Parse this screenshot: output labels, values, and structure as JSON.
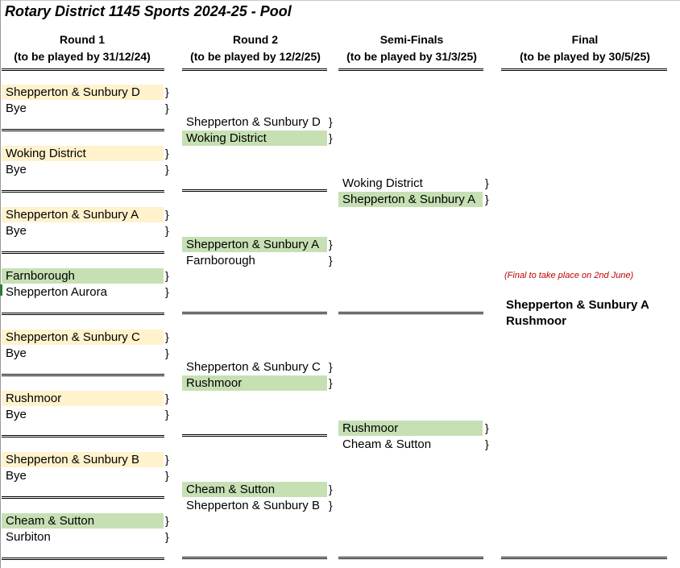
{
  "title": "Rotary District 1145 Sports 2024-25 - Pool",
  "rounds": [
    {
      "name": "Round 1",
      "deadline": "(to be played by 31/12/24)"
    },
    {
      "name": "Round 2",
      "deadline": "(to be played by 12/2/25)"
    },
    {
      "name": "Semi-Finals",
      "deadline": "(to be played by 31/3/25)"
    },
    {
      "name": "Final",
      "deadline": "(to be played by 30/5/25)"
    }
  ],
  "brace": "}",
  "round1": [
    {
      "team": "Shepperton & Sunbury D",
      "highlight": "yellow"
    },
    {
      "team": "Bye",
      "highlight": "none"
    },
    {
      "team": "Woking District",
      "highlight": "yellow"
    },
    {
      "team": "Bye",
      "highlight": "none"
    },
    {
      "team": "Shepperton & Sunbury A",
      "highlight": "yellow"
    },
    {
      "team": "Bye",
      "highlight": "none"
    },
    {
      "team": "Farnborough",
      "highlight": "green"
    },
    {
      "team": "Shepperton Aurora",
      "highlight": "none"
    },
    {
      "team": "Shepperton & Sunbury C",
      "highlight": "yellow"
    },
    {
      "team": "Bye",
      "highlight": "none"
    },
    {
      "team": "Rushmoor",
      "highlight": "yellow"
    },
    {
      "team": "Bye",
      "highlight": "none"
    },
    {
      "team": "Shepperton & Sunbury B",
      "highlight": "yellow"
    },
    {
      "team": "Bye",
      "highlight": "none"
    },
    {
      "team": "Cheam & Sutton",
      "highlight": "green"
    },
    {
      "team": "Surbiton",
      "highlight": "none"
    }
  ],
  "round2": [
    {
      "team": "Shepperton & Sunbury D",
      "highlight": "none"
    },
    {
      "team": "Woking District",
      "highlight": "green"
    },
    {
      "team": "Shepperton & Sunbury A",
      "highlight": "green"
    },
    {
      "team": "Farnborough",
      "highlight": "none"
    },
    {
      "team": "Shepperton & Sunbury C",
      "highlight": "none"
    },
    {
      "team": "Rushmoor",
      "highlight": "green"
    },
    {
      "team": "Cheam & Sutton",
      "highlight": "green"
    },
    {
      "team": "Shepperton & Sunbury B",
      "highlight": "none"
    }
  ],
  "semis": [
    {
      "team": "Woking District",
      "highlight": "none"
    },
    {
      "team": "Shepperton & Sunbury A",
      "highlight": "green"
    },
    {
      "team": "Rushmoor",
      "highlight": "green"
    },
    {
      "team": "Cheam & Sutton",
      "highlight": "none"
    }
  ],
  "final": {
    "note": "(Final to take place on 2nd June)",
    "teams": [
      "Shepperton & Sunbury A",
      "Rushmoor"
    ]
  },
  "colors": {
    "winner_green": "#c6e0b4",
    "seed_yellow": "#fff2cc",
    "note_red": "#c00000"
  }
}
